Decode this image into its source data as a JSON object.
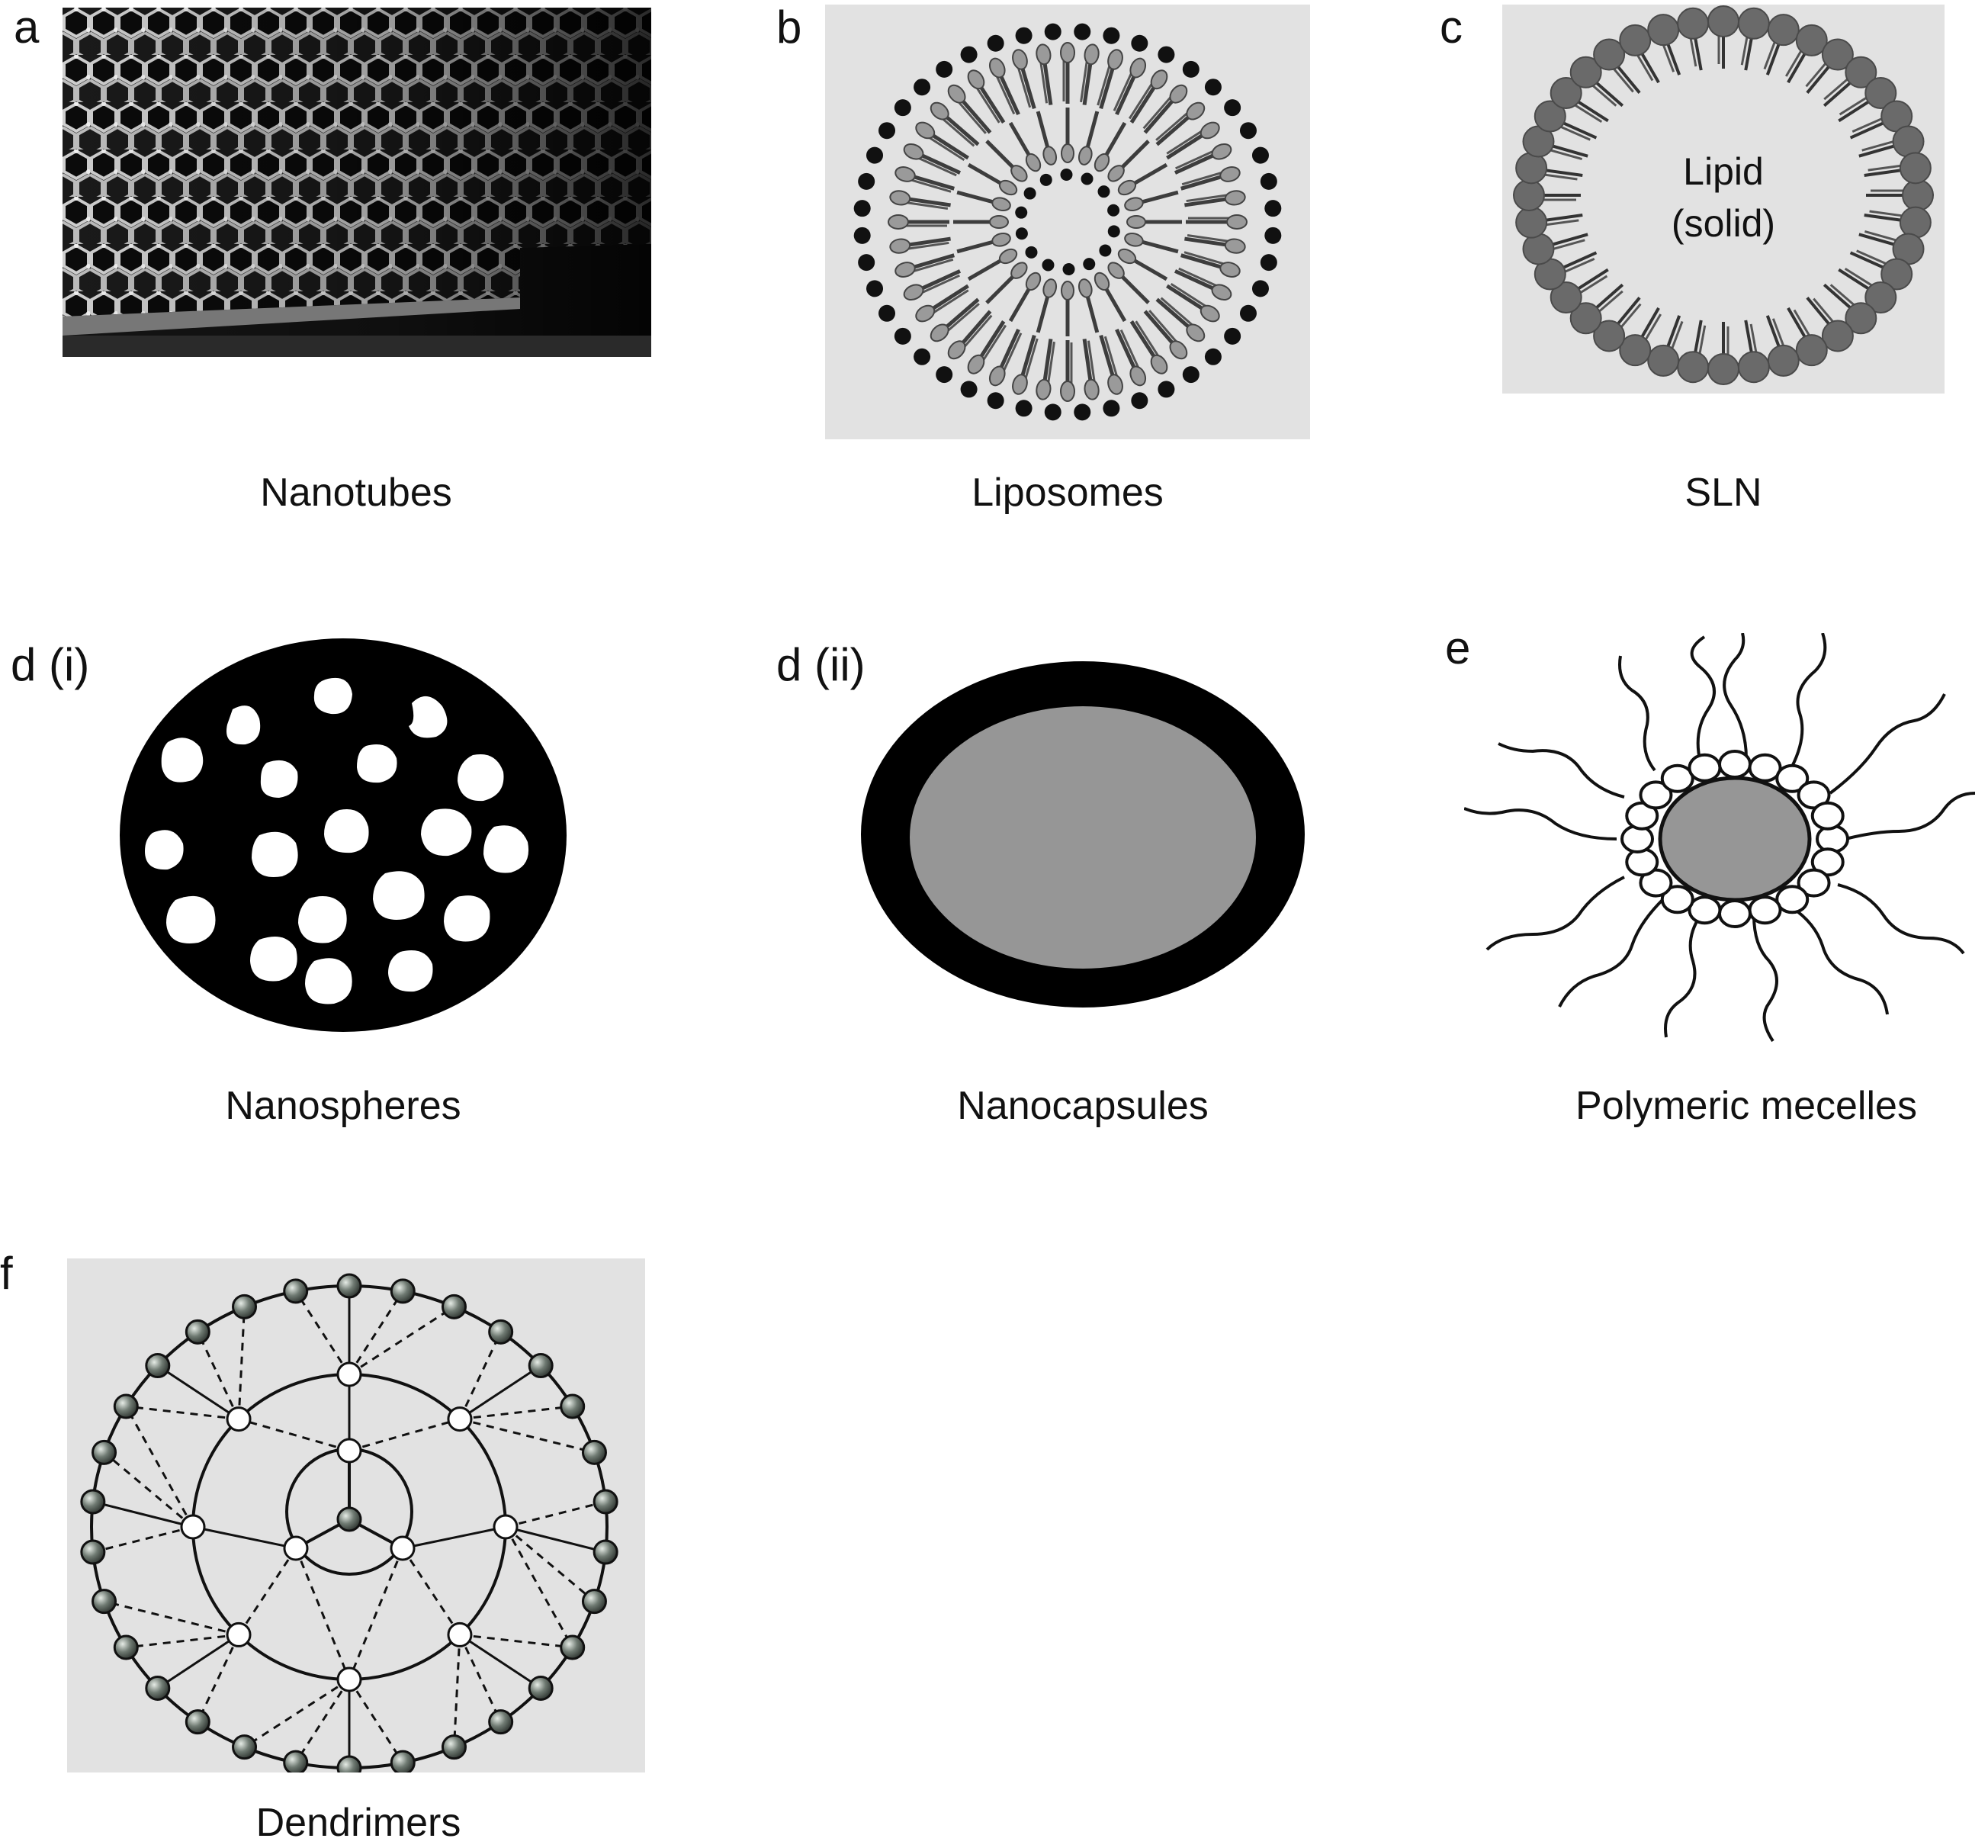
{
  "figure": {
    "panels": [
      {
        "id": "a",
        "letter": "a",
        "caption": "Nanotubes"
      },
      {
        "id": "b",
        "letter": "b",
        "caption": "Liposomes"
      },
      {
        "id": "c",
        "letter": "c",
        "caption": "SLN",
        "inner_label_line1": "Lipid",
        "inner_label_line2": "(solid)"
      },
      {
        "id": "d1",
        "letter": "d (i)",
        "caption": "Nanospheres"
      },
      {
        "id": "d2",
        "letter": "d (ii)",
        "caption": "Nanocapsules"
      },
      {
        "id": "e",
        "letter": "e",
        "caption": "Polymeric mecelles"
      },
      {
        "id": "f",
        "letter": "f",
        "caption": "Dendrimers"
      }
    ]
  },
  "colors": {
    "panel_background": "#e2e2e2",
    "black": "#000000",
    "core_gray": "#969696",
    "head_gray": "#6a6a6a",
    "node_dark": "#4d5650",
    "white": "#ffffff"
  }
}
